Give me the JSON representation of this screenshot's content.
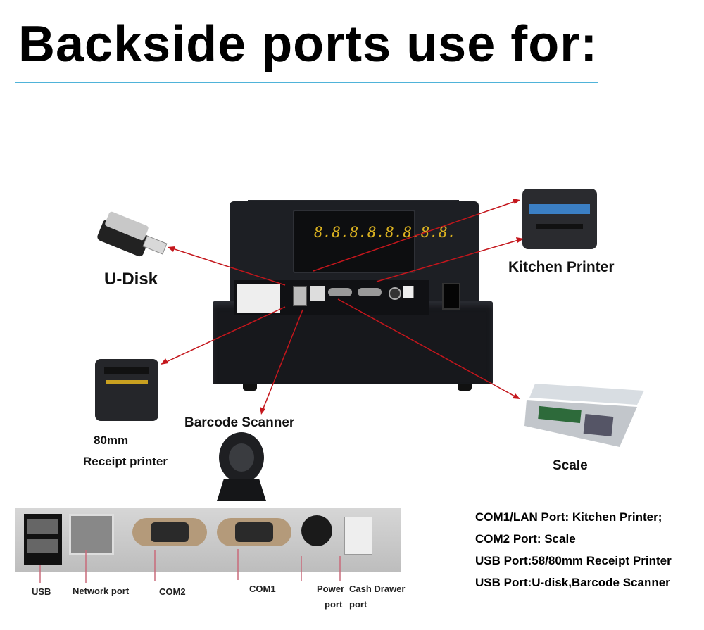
{
  "title": "Backside ports use for:",
  "device": {
    "display_digits": "8.8.8.8.8.8.8.8."
  },
  "peripherals": {
    "u_disk": "U-Disk",
    "kitchen_printer": "Kitchen Printer",
    "receipt_printer_size": "80mm",
    "receipt_printer": "Receipt printer",
    "barcode_scanner": "Barcode Scanner",
    "scale": "Scale"
  },
  "port_strip": {
    "usb": "USB",
    "network": "Network port",
    "com2": "COM2",
    "com1": "COM1",
    "power_line1": "Power",
    "power_line2": "port",
    "cash_line1": "Cash Drawer",
    "cash_line2": "port"
  },
  "descriptions": [
    "COM1/LAN Port: Kitchen Printer;",
    "COM2 Port: Scale",
    "USB Port:58/80mm Receipt Printer",
    "USB Port:U-disk,Barcode Scanner"
  ],
  "colors": {
    "accent_rule": "#4fb3d9",
    "arrow": "#c4161c"
  }
}
